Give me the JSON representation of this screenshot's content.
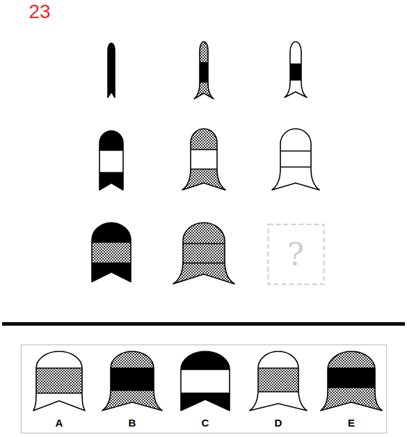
{
  "diagram": {
    "labels": [
      "23",
      "?",
      "A",
      "B",
      "C",
      "D",
      "E"
    ]
  }
}
